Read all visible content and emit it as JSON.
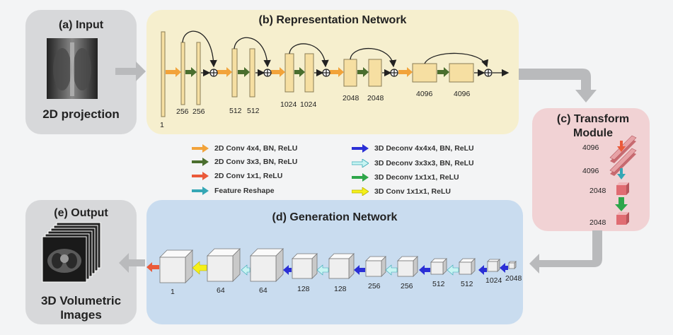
{
  "input": {
    "title": "(a) Input",
    "caption": "2D projection"
  },
  "representation": {
    "title": "(b) Representation Network",
    "labels": [
      "1",
      "256",
      "256",
      "512",
      "512",
      "1024",
      "1024",
      "2048",
      "2048",
      "4096",
      "4096"
    ]
  },
  "transform": {
    "title_line1": "(c) Transform",
    "title_line2": "Module",
    "labels": [
      "4096",
      "4096",
      "2048",
      "2048"
    ]
  },
  "generation": {
    "title": "(d) Generation Network",
    "labels": [
      "1",
      "64",
      "64",
      "128",
      "128",
      "256",
      "256",
      "512",
      "512",
      "1024",
      "2048"
    ]
  },
  "output": {
    "title": "(e) Output",
    "caption_line1": "3D Volumetric",
    "caption_line2": "Images"
  },
  "legend": [
    {
      "label": "2D Conv 4x4, BN, ReLU",
      "color": "#f2a33a"
    },
    {
      "label": "2D Conv 3x3, BN, ReLU",
      "color": "#4a6e2e"
    },
    {
      "label": "2D Conv 1x1, ReLU",
      "color": "#ea5a3a"
    },
    {
      "label": "Feature Reshape",
      "color": "#35a7b5"
    },
    {
      "label": "3D Deconv 4x4x4, BN, ReLU",
      "color": "#2a2fd6"
    },
    {
      "label": "3D Deconv 3x3x3, BN, ReLU",
      "color": "#c8f4f2"
    },
    {
      "label": "3D Deconv 1x1x1, ReLU",
      "color": "#2ea64a"
    },
    {
      "label": "3D Conv 1x1x1, ReLU",
      "color": "#f5f01a"
    }
  ]
}
